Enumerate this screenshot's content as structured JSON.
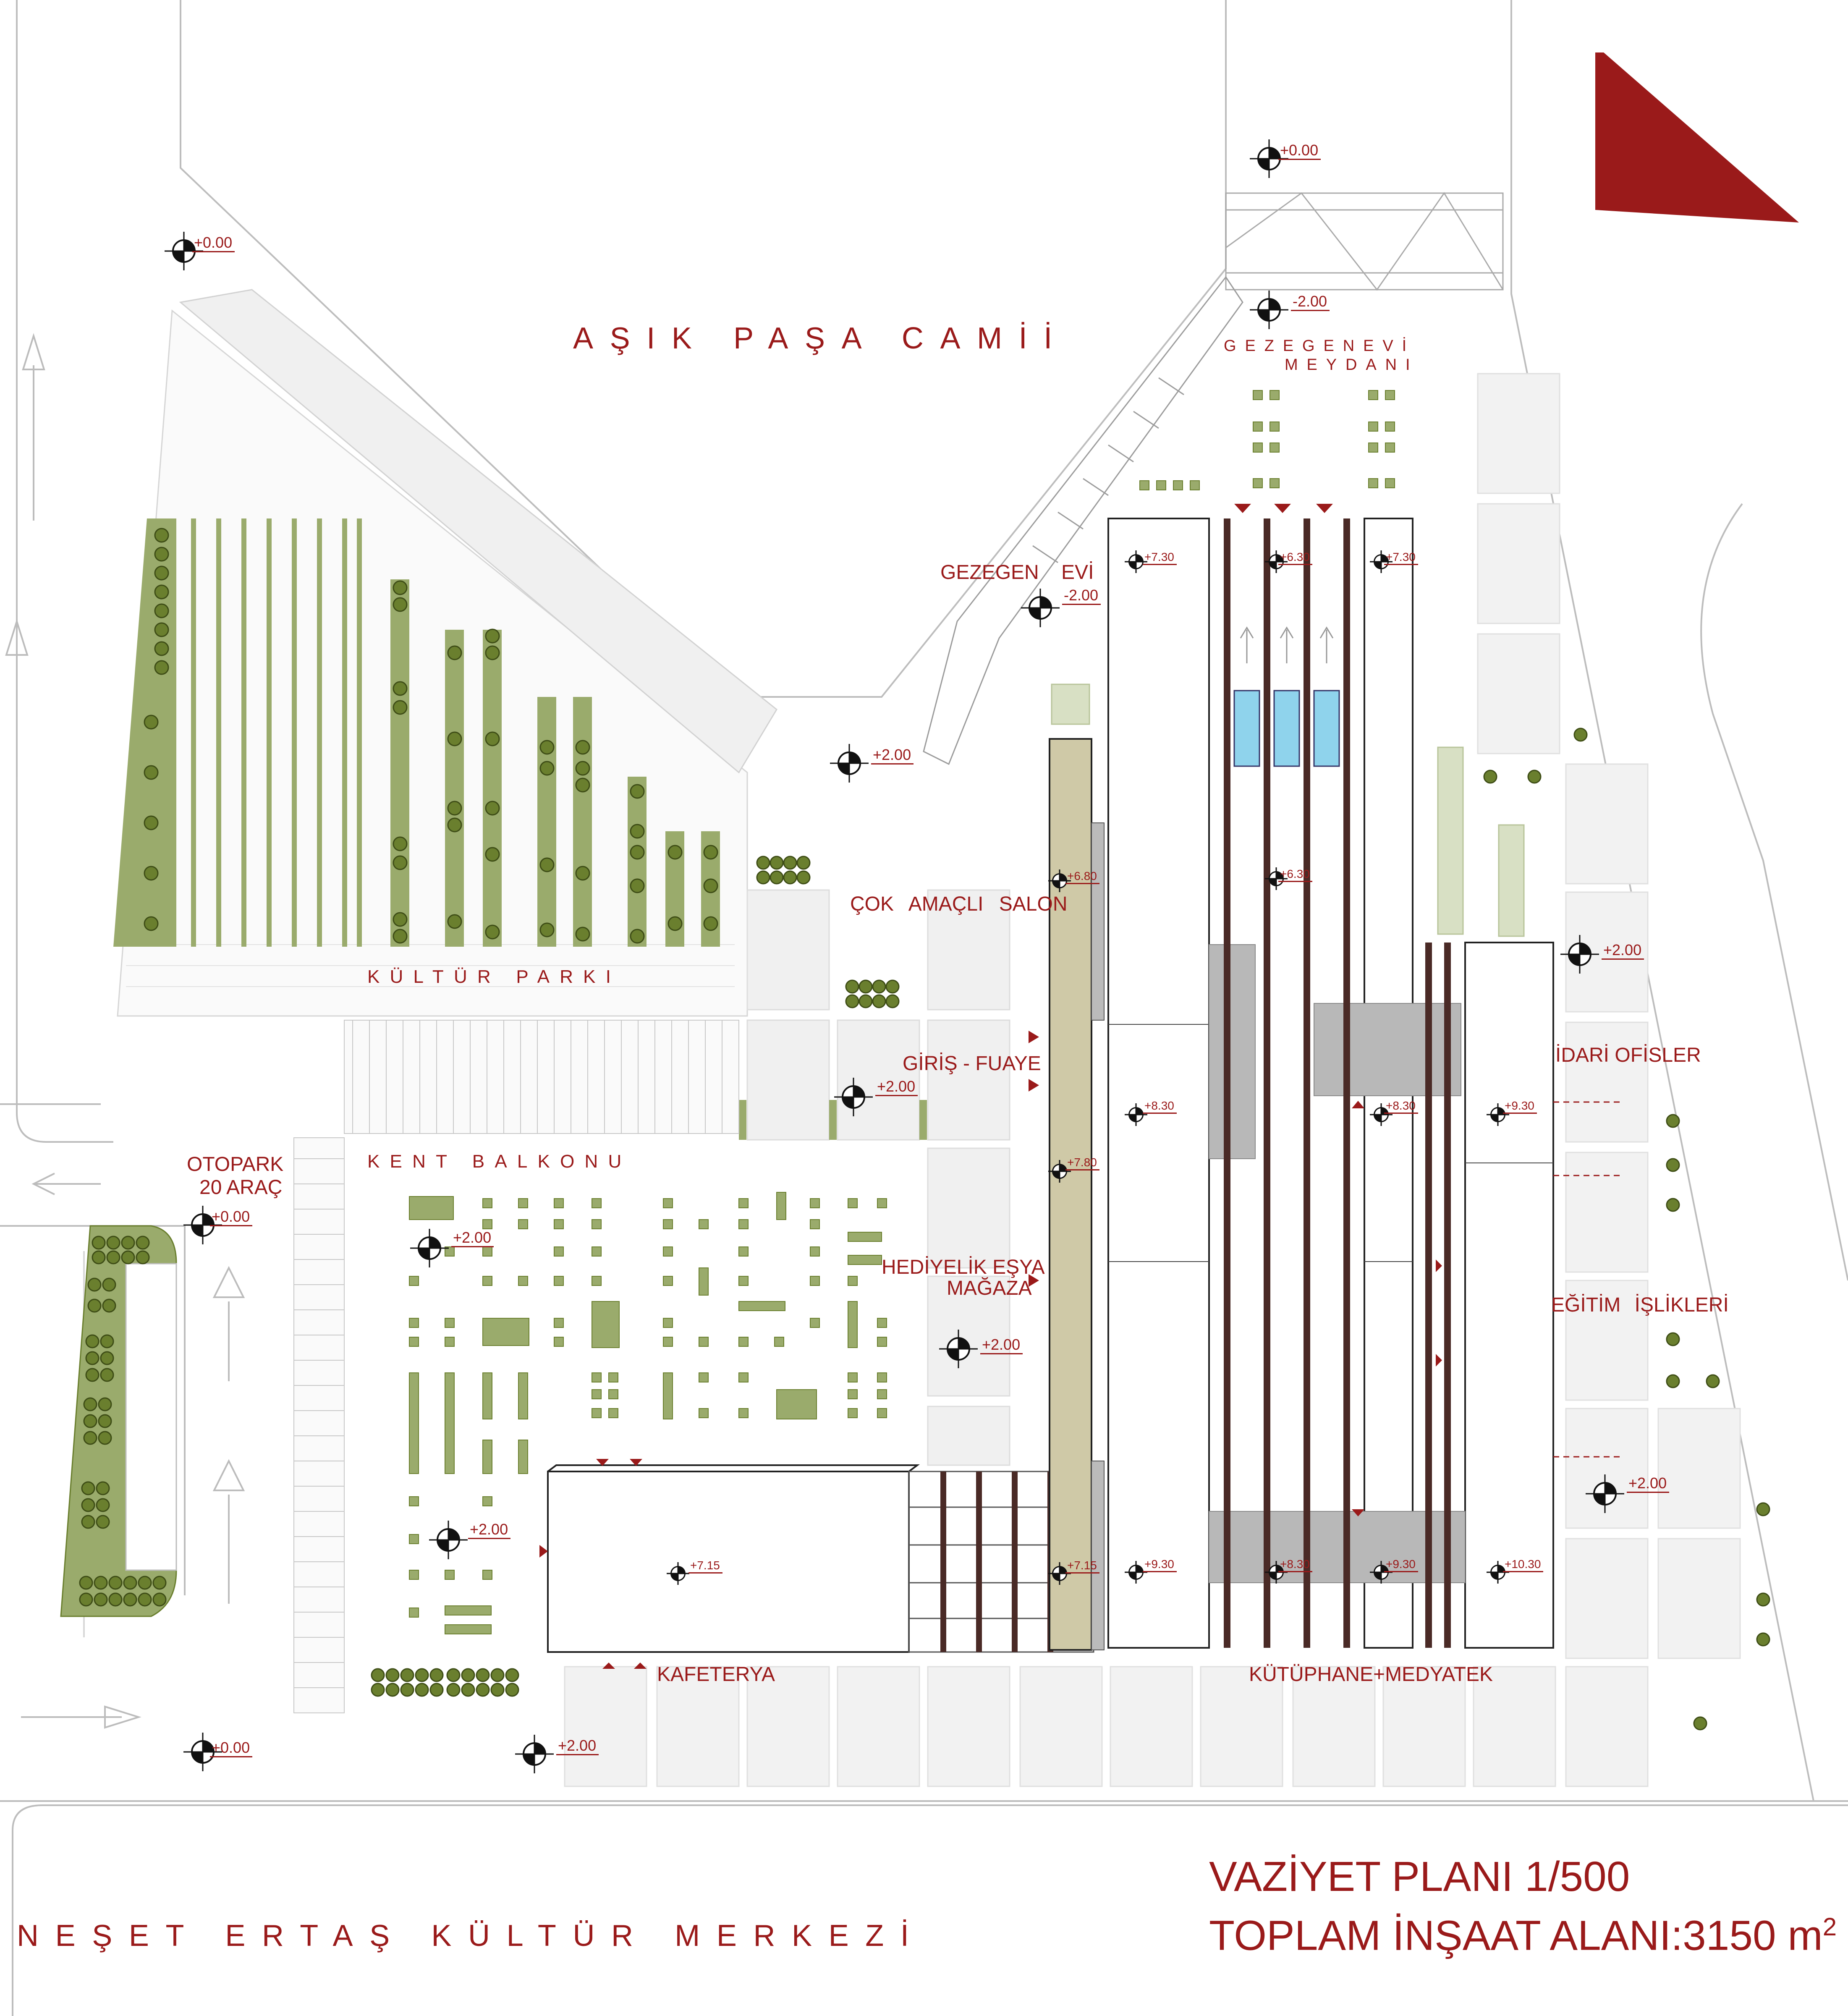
{
  "labels": {
    "mosque": "AŞIK PAŞA CAMİİ",
    "planet_square": "GEZEGENEVİ\nMEYDANI",
    "planet_square_1": "GEZEGENEVİ",
    "planet_square_2": "MEYDANI",
    "planetarium": "GEZEGEN EVİ",
    "multipurpose_hall": "ÇOK AMAÇLI SALON",
    "culture_park": "KÜLTÜR PARKI",
    "entrance_foyer": "GİRİŞ - FUAYE",
    "parking_1": "OTOPARK",
    "parking_2": "20 ARAÇ",
    "city_balcony": "KENT BALKONU",
    "gift_shop_1": "HEDİYELİK EŞYA",
    "gift_shop_2": "MAĞAZA",
    "admin_offices": "İDARİ OFİSLER",
    "workshops": "EĞİTİM İŞLİKLERİ",
    "cafeteria": "KAFETERYA",
    "library": "KÜTÜPHANE+MEDYATEK",
    "culture_center": "NEŞET ERTAŞ KÜLTÜR MERKEZİ"
  },
  "elevations": {
    "e1": "+0.00",
    "e2": "+0.00",
    "e3": "-2.00",
    "e4": "-2.00",
    "e5": "+2.00",
    "e6": "+7.30",
    "e7": "+6.30",
    "e8": "+7.30",
    "e9": "+6.80",
    "e10": "+6.30",
    "e11": "+2.00",
    "e12": "+2.00",
    "e13": "+8.30",
    "e14": "+8.30",
    "e15": "+9.30",
    "e16": "+7.80",
    "e17": "+0.00",
    "e18": "+2.00",
    "e19": "+2.00",
    "e20": "+2.00",
    "e21": "+2.00",
    "e22": "+7.15",
    "e23": "+7.15",
    "e24": "+9.30",
    "e25": "+8.30",
    "e26": "+9.30",
    "e27": "+10.30",
    "e28": "+0.00",
    "e29": "+2.00"
  },
  "title": {
    "plan": "VAZİYET PLANI  1/500",
    "area": "TOPLAM İNŞAAT ALANI:3150 m",
    "area_sup": "2"
  },
  "colors": {
    "accent": "#9a1a1a",
    "landscape_green": "#9aab6c",
    "tree_green": "#6a7f2e",
    "building_outline": "#222222",
    "dark_beam": "#4a2a26",
    "glass": "#8fd3ec",
    "gray_mass": "#b8b8b8",
    "ramp_tan": "#cfc9a7"
  }
}
